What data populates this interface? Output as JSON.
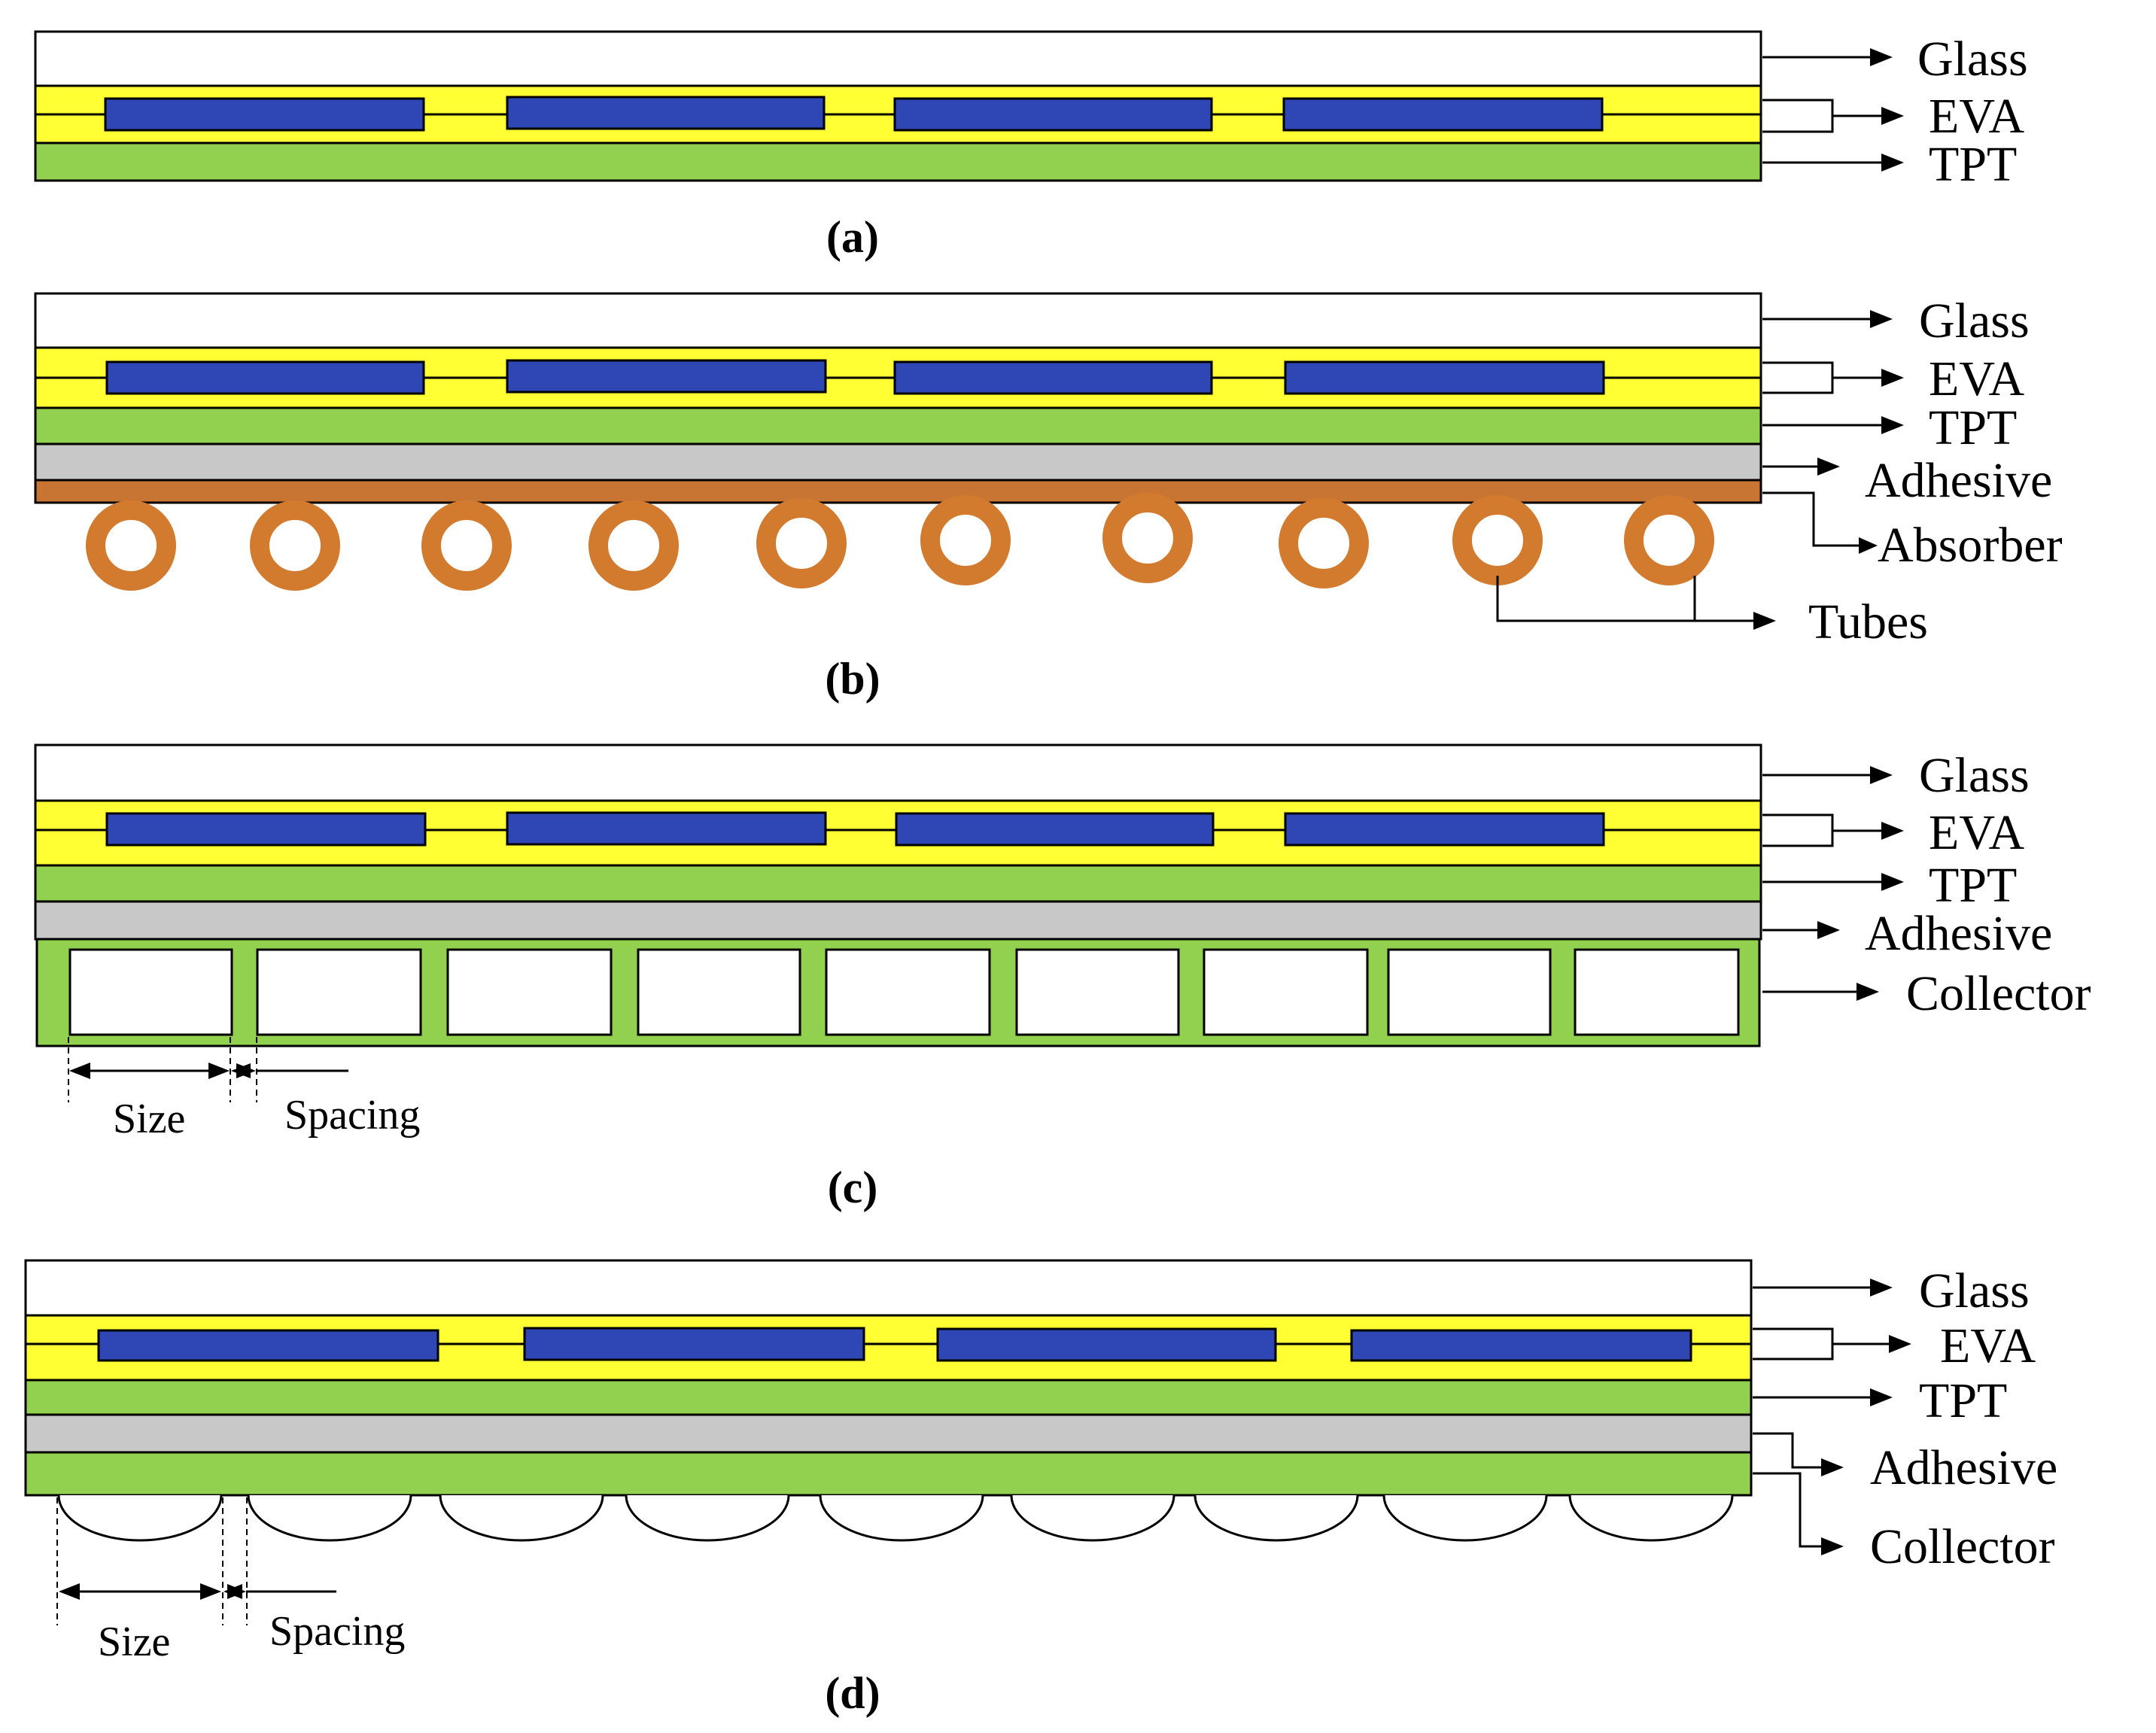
{
  "colors": {
    "glass": "#ffffff",
    "eva": "#ffff33",
    "cell": "#2e47b5",
    "tpt": "#92d050",
    "adhesive": "#c8c8c8",
    "absorber": "#c87533",
    "tube": "#d27a2e",
    "collector": "#92d050",
    "line": "#000000"
  },
  "panels": [
    {
      "caption": "(a)",
      "labels": {
        "glass": "Glass",
        "eva": "EVA",
        "tpt": "TPT"
      }
    },
    {
      "caption": "(b)",
      "labels": {
        "glass": "Glass",
        "eva": "EVA",
        "tpt": "TPT",
        "adhesive": "Adhesive",
        "absorber": "Absorber",
        "tubes": "Tubes"
      }
    },
    {
      "caption": "(c)",
      "labels": {
        "glass": "Glass",
        "eva": "EVA",
        "tpt": "TPT",
        "adhesive": "Adhesive",
        "collector": "Collector",
        "size": "Size",
        "spacing": "Spacing"
      }
    },
    {
      "caption": "(d)",
      "labels": {
        "glass": "Glass",
        "eva": "EVA",
        "tpt": "TPT",
        "adhesive": "Adhesive",
        "collector": "Collector",
        "size": "Size",
        "spacing": "Spacing"
      }
    }
  ]
}
